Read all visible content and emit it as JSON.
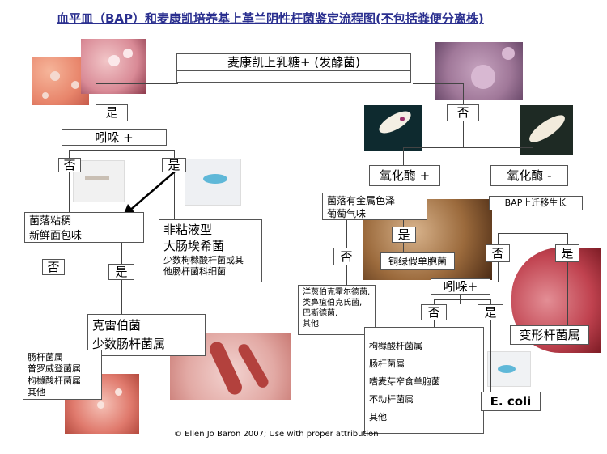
{
  "title": "血平皿（BAP）和麦康凯培养基上革兰阴性杆菌鉴定流程图(不包括粪便分离株)",
  "root": "麦康凯上乳糖+ (发酵菌)",
  "yes": "是",
  "no": "否",
  "left": {
    "indole": "吲哚 +",
    "mucoid_box": [
      "菌落粘稠",
      "新鲜面包味"
    ],
    "ecoli_box": [
      "非粘液型",
      "大肠埃希菌",
      "少数枸橼酸杆菌或其",
      "他肠杆菌科细菌"
    ],
    "klebsiella_box": [
      "克雷伯菌",
      "少数肠杆菌属"
    ],
    "other_box": [
      "肠杆菌属",
      "普罗威登菌属",
      "枸橼酸杆菌属",
      "其他"
    ]
  },
  "right": {
    "oxidase_pos": "氧化酶 +",
    "oxidase_neg": "氧化酶 -",
    "metallic_box": [
      "菌落有金属色泽",
      "葡萄气味"
    ],
    "pseudomonas": "铜绿假单胞菌",
    "onion_box": [
      "洋葱伯克霍尔德菌,",
      "类鼻疽伯克氏菌,",
      "巴斯德菌,",
      "其他"
    ],
    "swarm": "BAP上迁移生长",
    "indole": "吲哚+",
    "proteus": "变形杆菌属",
    "ecoli": "E. coli",
    "list_box": [
      "枸橼酸杆菌属",
      "肠杆菌属",
      "嗜麦芽窄食单胞菌",
      "不动杆菌属",
      "其他"
    ]
  },
  "credit": "© Ellen Jo Baron 2007; Use with proper attribution",
  "colors": {
    "title": "#2a2f8f",
    "line": "#444444",
    "agar_pink": "#d98a8a",
    "agar_red": "#b83a3a"
  }
}
